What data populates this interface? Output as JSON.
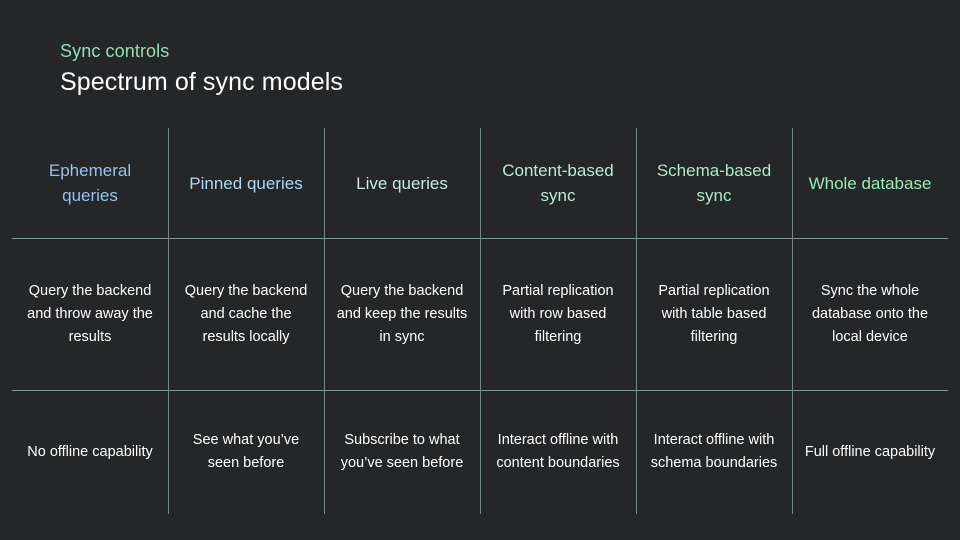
{
  "header": {
    "eyebrow": "Sync controls",
    "title": "Spectrum of sync models"
  },
  "table": {
    "columns": [
      {
        "id": "ephemeral-queries",
        "header": "Ephemeral queries",
        "header_color": "#8ec4ef",
        "description": "Query the backend and throw away the results",
        "capability": "No offline capability"
      },
      {
        "id": "pinned-queries",
        "header": "Pinned queries",
        "header_color": "#abd9ee",
        "description": "Query the backend and cache the results locally",
        "capability": "See what you’ve seen before"
      },
      {
        "id": "live-queries",
        "header": "Live queries",
        "header_color": "#c2ecdf",
        "description": "Query the backend and keep the results in sync",
        "capability": "Subscribe to what you’ve seen before"
      },
      {
        "id": "content-based-sync",
        "header": "Content-based sync",
        "header_color": "#b4ecd5",
        "description": "Partial replication with row based filtering",
        "capability": "Interact offline with content boundaries"
      },
      {
        "id": "schema-based-sync",
        "header": "Schema-based sync",
        "header_color": "#a6ecc6",
        "description": "Partial replication with table based filtering",
        "capability": "Interact offline with schema boundaries"
      },
      {
        "id": "whole-database",
        "header": "Whole database",
        "header_color": "#96ebb7",
        "description": "Sync the whole database onto the local device",
        "capability": "Full offline capability"
      }
    ]
  },
  "colors": {
    "background": "#242628",
    "eyebrow": "#8fe0b6",
    "title": "#ffffff",
    "body_text": "#ffffff",
    "rule": "#7d9a92"
  }
}
